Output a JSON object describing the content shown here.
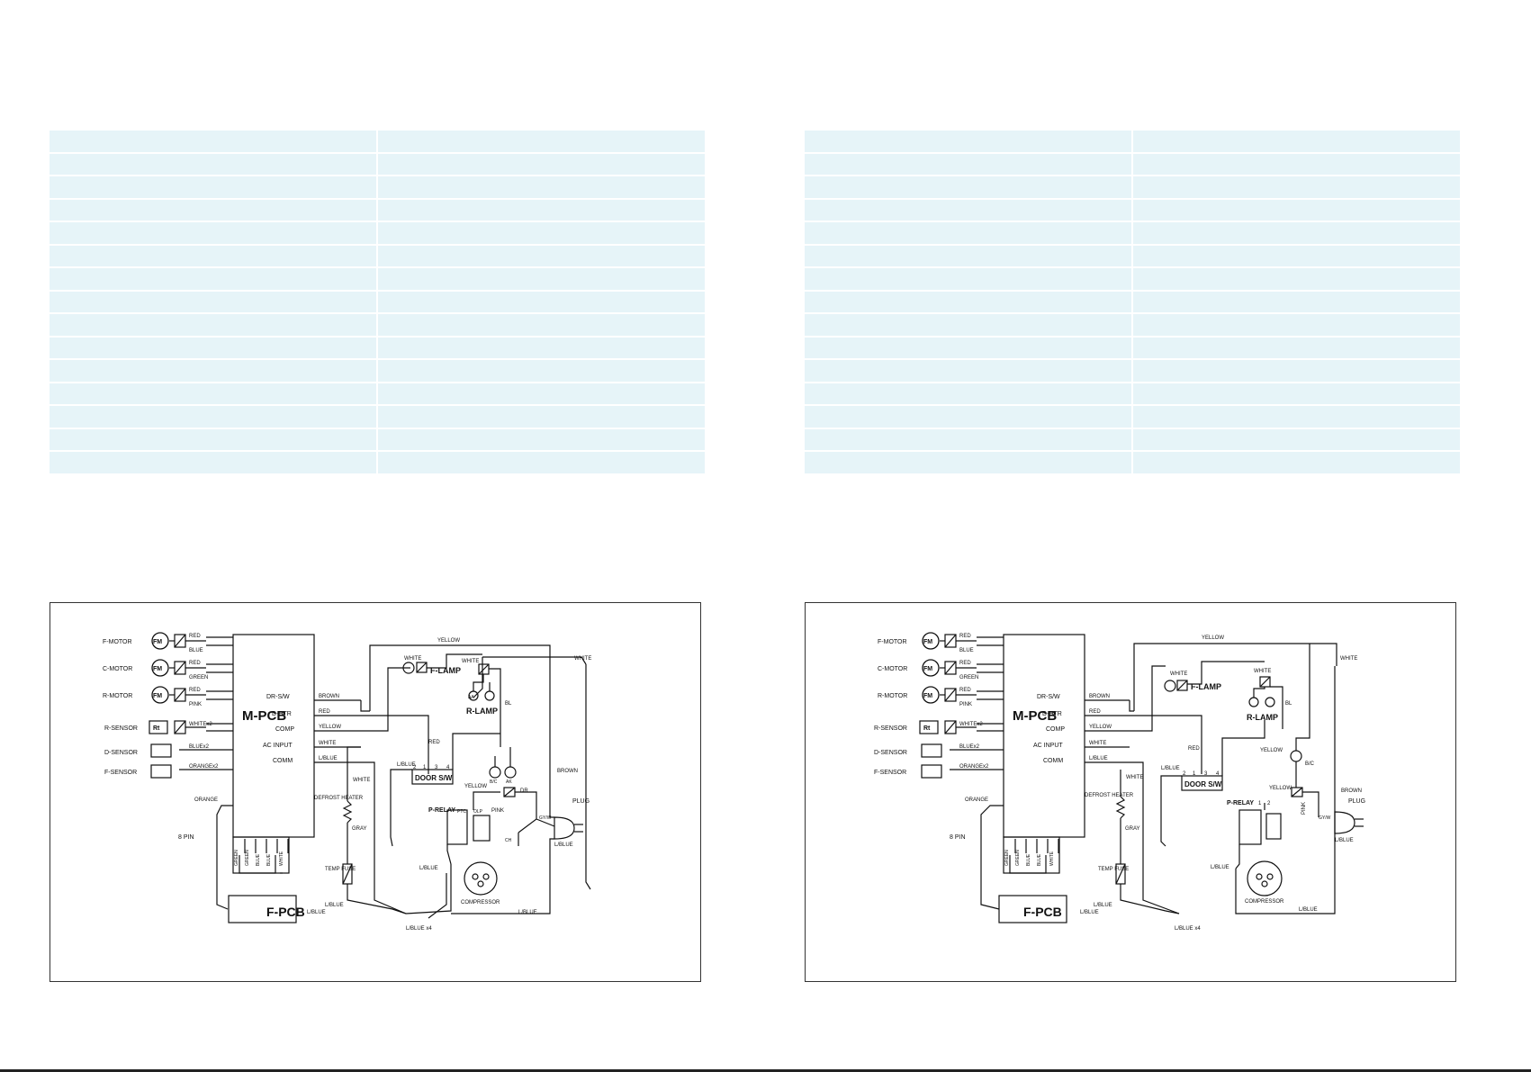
{
  "tables": {
    "left": {
      "rows": 15,
      "cols": 2
    },
    "right": {
      "rows": 15,
      "cols": 2
    }
  },
  "diagram_left": {
    "fm_motors": [
      {
        "label": "F-MOTOR",
        "symbol": "FM",
        "wires": [
          "RED",
          "BLUE"
        ]
      },
      {
        "label": "C-MOTOR",
        "symbol": "FM",
        "wires": [
          "RED",
          "GREEN"
        ]
      },
      {
        "label": "R-MOTOR",
        "symbol": "FM",
        "wires": [
          "RED",
          "PINK"
        ]
      }
    ],
    "sensors": [
      {
        "label": "R-SENSOR",
        "symbol": "Rt",
        "wire": "WHITEx2"
      },
      {
        "label": "D-SENSOR",
        "wire": "BLUEx2"
      },
      {
        "label": "F-SENSOR",
        "wire": "ORANGEx2"
      }
    ],
    "main_pcb": "M-PCB",
    "pcb_terminals": [
      "DR-S/W",
      "D-HTR",
      "COMP",
      "AC INPUT",
      "COMM"
    ],
    "terminal_wires": [
      "BROWN",
      "RED",
      "YELLOW",
      "WHITE",
      "L/BLUE"
    ],
    "orange": "ORANGE",
    "pin_label": "8 PIN",
    "fpcb_wires": [
      "GREEN",
      "GREEN",
      "BLUE",
      "BLUE",
      "WHITE"
    ],
    "fpcb": "F-PCB",
    "defrost_heater": "DEFROST HEATER",
    "temp_fuse": "TEMP FUSE",
    "gray": "GRAY",
    "white_v": "WHITE",
    "lblue_bottom": "L/BLUE",
    "lblue_fuse": "L/BLUE",
    "lblue_x4": "L/BLUE x4",
    "lblue_right": "L/BLUE",
    "lblue_relay": "L/BLUE",
    "lblue_plug": "L/BLUE",
    "lblue_door": "L/BLUE",
    "yellow_top": "YELLOW",
    "yellow_relay": "YELLOW",
    "white_top": "WHITE",
    "white_flamp": "WHITE",
    "white_rlamp": "WHITE",
    "red_door": "RED",
    "flamp": "F-LAMP",
    "rlamp": "R-LAMP",
    "bl": "BL",
    "door_sw": "DOOR S/W",
    "door_pins": [
      "2",
      "1",
      "3",
      "4"
    ],
    "brown": "BROWN",
    "plug": "PLUG",
    "prelay": "P-RELAY",
    "pink": "PINK",
    "compressor": "COMPRESSOR",
    "dr": "DR",
    "ptc": "PTC",
    "olp": "OLP",
    "ch": "CH",
    "bc": "B/C",
    "ak": "AK",
    "lamp_a": "AA",
    "gyw": "GY/W"
  },
  "diagram_right": {
    "fm_motors": [
      {
        "label": "F-MOTOR",
        "symbol": "FM",
        "wires": [
          "RED",
          "BLUE"
        ]
      },
      {
        "label": "C-MOTOR",
        "symbol": "FM",
        "wires": [
          "RED",
          "GREEN"
        ]
      },
      {
        "label": "R-MOTOR",
        "symbol": "FM",
        "wires": [
          "RED",
          "PINK"
        ]
      }
    ],
    "sensors": [
      {
        "label": "R-SENSOR",
        "symbol": "Rt",
        "wire": "WHITEx2"
      },
      {
        "label": "D-SENSOR",
        "wire": "BLUEx2"
      },
      {
        "label": "F-SENSOR",
        "wire": "ORANGEx2"
      }
    ],
    "main_pcb": "M-PCB",
    "pcb_terminals": [
      "DR-S/W",
      "D-HTR",
      "COMP",
      "AC INPUT",
      "COMM"
    ],
    "terminal_wires": [
      "BROWN",
      "RED",
      "YELLOW",
      "WHITE",
      "L/BLUE"
    ],
    "orange": "ORANGE",
    "pin_label": "8 PIN",
    "fpcb_wires": [
      "GREEN",
      "GREEN",
      "BLUE",
      "BLUE",
      "WHITE"
    ],
    "fpcb": "F-PCB",
    "defrost_heater": "DEFROST HEATER",
    "temp_fuse": "TEMP FUSE",
    "gray": "GRAY",
    "white_v": "WHITE",
    "lblue_bottom": "L/BLUE",
    "lblue_fuse": "L/BLUE",
    "lblue_x4": "L/BLUE x4",
    "lblue_right": "L/BLUE",
    "lblue_relay": "L/BLUE",
    "lblue_plug": "L/BLUE",
    "lblue_door": "L/BLUE",
    "yellow_top": "YELLOW",
    "yellow_relay": "YELLOW",
    "yellow_mid": "YELLOW",
    "white_top": "WHITE",
    "white_flamp": "WHITE",
    "white_rlamp": "WHITE",
    "red_door": "RED",
    "flamp": "F-LAMP",
    "rlamp": "R-LAMP",
    "bl": "BL",
    "door_sw": "DOOR S/W",
    "door_pins": [
      "2",
      "1",
      "3",
      "4"
    ],
    "brown": "BROWN",
    "plug": "PLUG",
    "prelay": "P-RELAY",
    "pink": "PINK",
    "compressor": "COMPRESSOR",
    "bc": "B/C",
    "relay_pins": [
      "1",
      "2"
    ],
    "gyw": "GY/W"
  }
}
